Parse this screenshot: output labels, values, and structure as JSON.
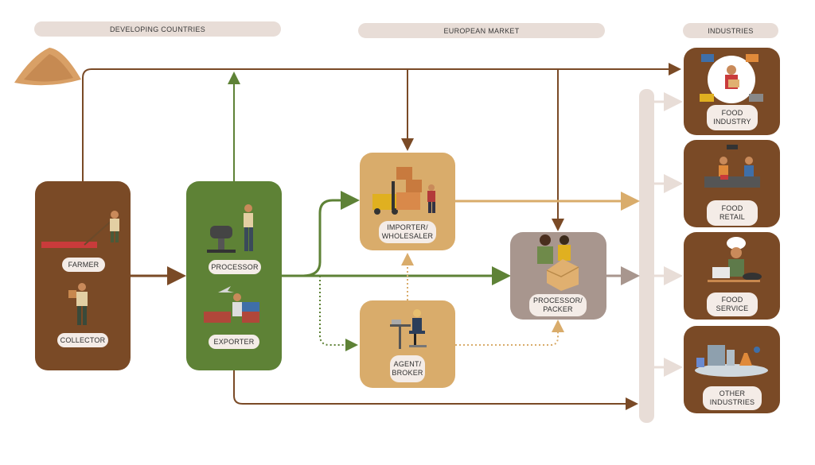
{
  "headers": {
    "developing": "DEVELOPING COUNTRIES",
    "european": "EUROPEAN MARKET",
    "industries": "INDUSTRIES"
  },
  "nodes": {
    "farmer": "FARMER",
    "collector": "COLLECTOR",
    "processor": "PROCESSOR",
    "exporter": "EXPORTER",
    "importer_line1": "IMPORTER/",
    "importer_line2": "WHOLESALER",
    "agent_line1": "AGENT/",
    "agent_line2": "BROKER",
    "packer_line1": "PROCESSOR/",
    "packer_line2": "PACKER"
  },
  "industries": {
    "food_industry_line1": "FOOD",
    "food_industry_line2": "INDUSTRY",
    "food_retail_line1": "FOOD",
    "food_retail_line2": "RETAIL",
    "food_service_line1": "FOOD",
    "food_service_line2": "SERVICE",
    "other_line1": "OTHER",
    "other_line2": "INDUSTRIES"
  },
  "colors": {
    "brown": "#7a4a26",
    "green": "#5e8236",
    "tan": "#d9ac6b",
    "taupe": "#a8968e",
    "pale": "#e8ddd7"
  }
}
